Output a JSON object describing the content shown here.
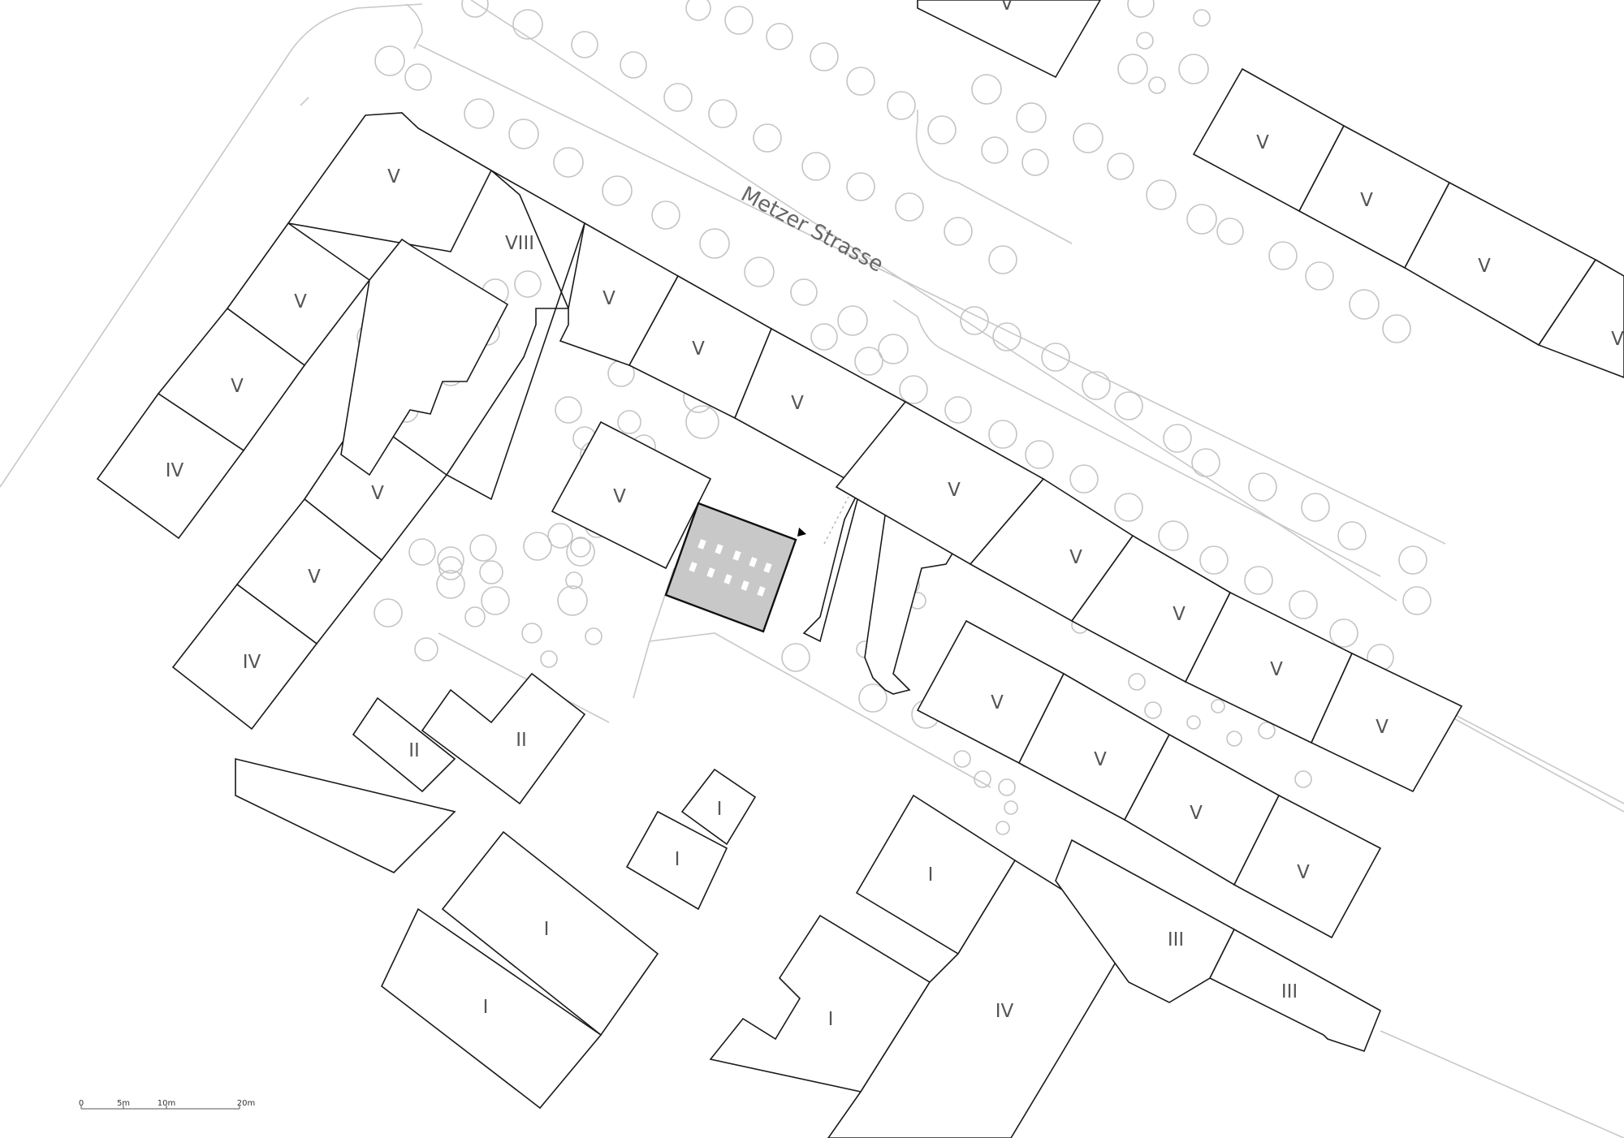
{
  "street": {
    "name": "Metzer Strasse"
  },
  "buildings": [
    {
      "id": "nw-1",
      "floors": "V"
    },
    {
      "id": "nw-2",
      "floors": "VIII"
    },
    {
      "id": "nw-3",
      "floors": "V"
    },
    {
      "id": "nw-4",
      "floors": "V"
    },
    {
      "id": "nw-5",
      "floors": "V"
    },
    {
      "id": "w-1",
      "floors": "V"
    },
    {
      "id": "w-2",
      "floors": "V"
    },
    {
      "id": "w-3",
      "floors": "IV"
    },
    {
      "id": "m-1",
      "floors": "V"
    },
    {
      "id": "m-2",
      "floors": "V"
    },
    {
      "id": "m-3",
      "floors": "IV"
    },
    {
      "id": "c-1",
      "floors": "V"
    },
    {
      "id": "e-1",
      "floors": "V"
    },
    {
      "id": "e-2",
      "floors": "V"
    },
    {
      "id": "e-3",
      "floors": "V"
    },
    {
      "id": "e-4",
      "floors": "V"
    },
    {
      "id": "e-5",
      "floors": "V"
    },
    {
      "id": "e-6",
      "floors": "V"
    },
    {
      "id": "e-7",
      "floors": "V"
    },
    {
      "id": "e-8",
      "floors": "V"
    },
    {
      "id": "e-9",
      "floors": "V"
    },
    {
      "id": "ne-top",
      "floors": "V"
    },
    {
      "id": "ne-1",
      "floors": "V"
    },
    {
      "id": "ne-2",
      "floors": "V"
    },
    {
      "id": "ne-3",
      "floors": "V"
    },
    {
      "id": "ne-4",
      "floors": "V"
    },
    {
      "id": "s-1",
      "floors": "II"
    },
    {
      "id": "s-2",
      "floors": "II"
    },
    {
      "id": "s-3",
      "floors": "I"
    },
    {
      "id": "s-4",
      "floors": "I"
    },
    {
      "id": "s-5",
      "floors": "I"
    },
    {
      "id": "s-6",
      "floors": "I"
    },
    {
      "id": "s-7",
      "floors": "I"
    },
    {
      "id": "s-8",
      "floors": "I"
    },
    {
      "id": "se-1",
      "floors": "IV"
    },
    {
      "id": "se-2",
      "floors": "III"
    },
    {
      "id": "se-3",
      "floors": "III"
    }
  ],
  "scale_bar": {
    "ticks": [
      "0",
      "5m",
      "10m",
      "20m"
    ]
  },
  "colors": {
    "site_fill": "#c8c8c8",
    "line": "#1a1a1a",
    "context": "#c8c8c8"
  }
}
